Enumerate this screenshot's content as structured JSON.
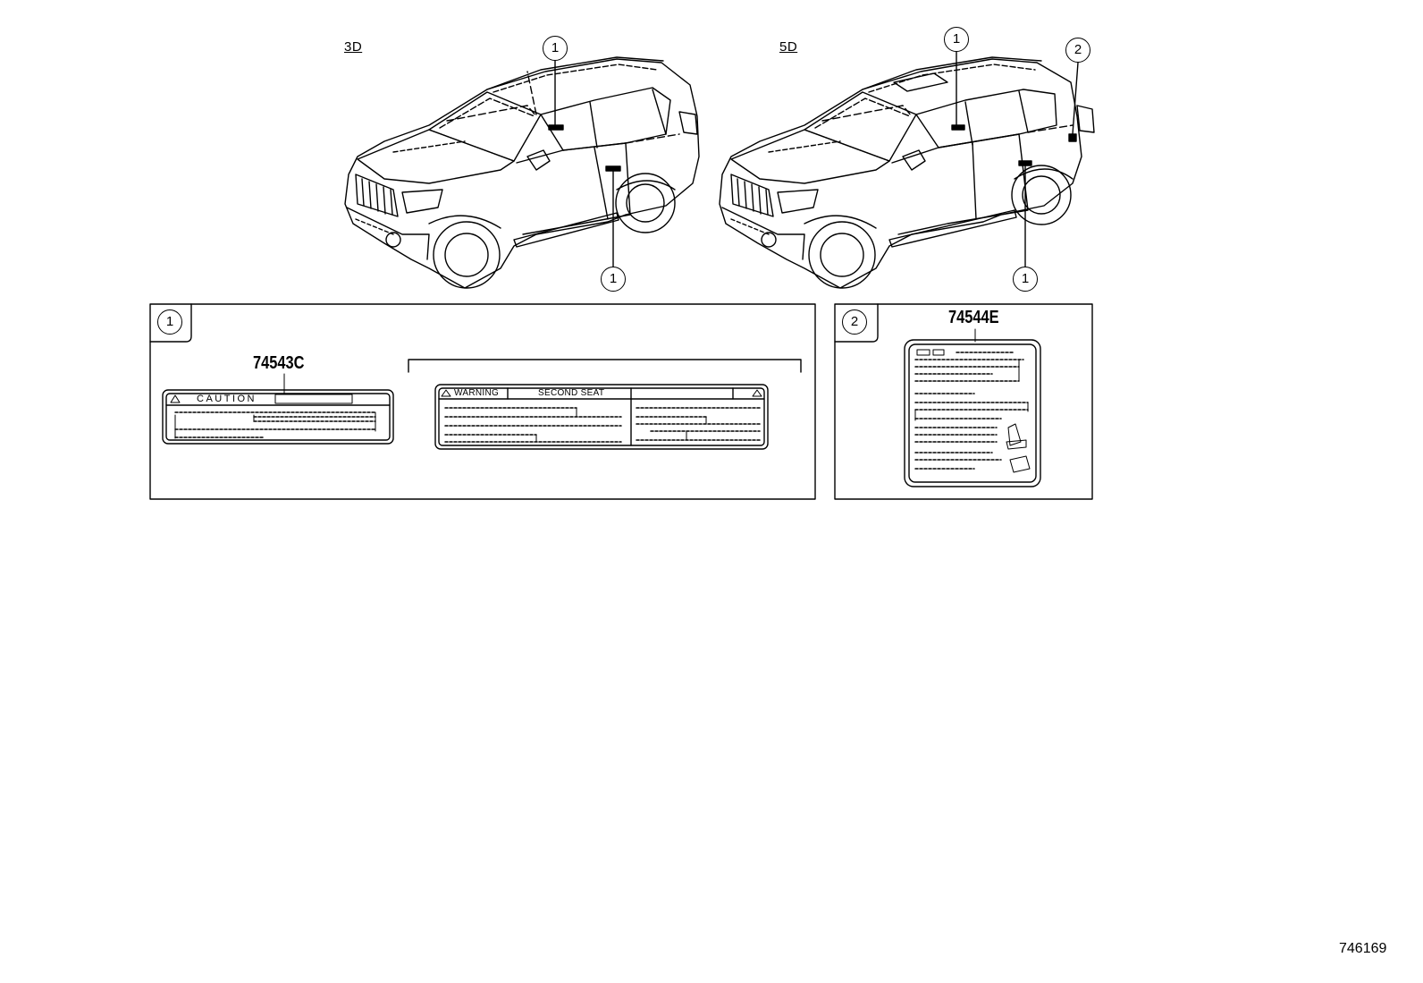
{
  "variants": {
    "three_door": "3D",
    "five_door": "5D"
  },
  "callouts": {
    "one": "1",
    "two": "2"
  },
  "part_numbers": {
    "caution_label": "74543C",
    "info_label": "74544E"
  },
  "label_texts": {
    "caution": "CAUTION",
    "warning": "WARNING",
    "second_seat": "SECOND SEAT"
  },
  "diagram_id": "746169"
}
